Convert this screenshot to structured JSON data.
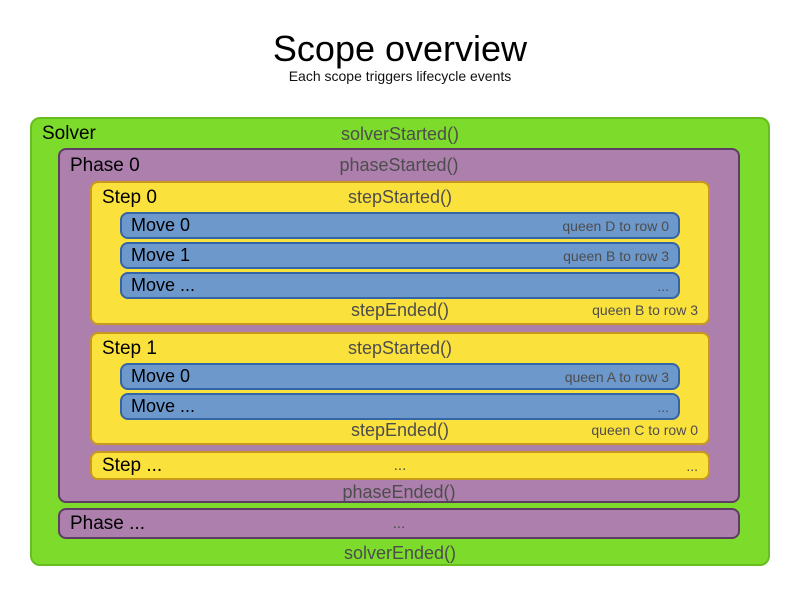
{
  "title": "Scope overview",
  "subtitle": "Each scope triggers lifecycle events",
  "colors": {
    "solver_fill": "#7CDB2B",
    "solver_border": "#68BE21",
    "phase_fill": "#AC7FAC",
    "phase_border": "#5E3C63",
    "step_fill": "#FBE13C",
    "step_border": "#C8991C",
    "move_fill": "#6D98CB",
    "move_border": "#3465A4",
    "event_text": "#4D4D4D"
  },
  "solver": {
    "label": "Solver",
    "started_event": "solverStarted()",
    "ended_event": "solverEnded()",
    "phases": [
      {
        "label": "Phase 0",
        "started_event": "phaseStarted()",
        "ended_event": "phaseEnded()",
        "steps": [
          {
            "label": "Step 0",
            "started_event": "stepStarted()",
            "ended_event": "stepEnded()",
            "ended_annotation": "queen B to row 3",
            "moves": [
              {
                "label": "Move 0",
                "annotation": "queen D to row 0"
              },
              {
                "label": "Move 1",
                "annotation": "queen B to row 3"
              },
              {
                "label": "Move ...",
                "annotation": "..."
              }
            ]
          },
          {
            "label": "Step 1",
            "started_event": "stepStarted()",
            "ended_event": "stepEnded()",
            "ended_annotation": "queen C to row 0",
            "moves": [
              {
                "label": "Move 0",
                "annotation": "queen A to row 3"
              },
              {
                "label": "Move ...",
                "annotation": "..."
              }
            ]
          },
          {
            "label": "Step ...",
            "center_ellipsis": "...",
            "right_ellipsis": "..."
          }
        ]
      },
      {
        "label": "Phase ...",
        "center_ellipsis": "..."
      }
    ]
  }
}
